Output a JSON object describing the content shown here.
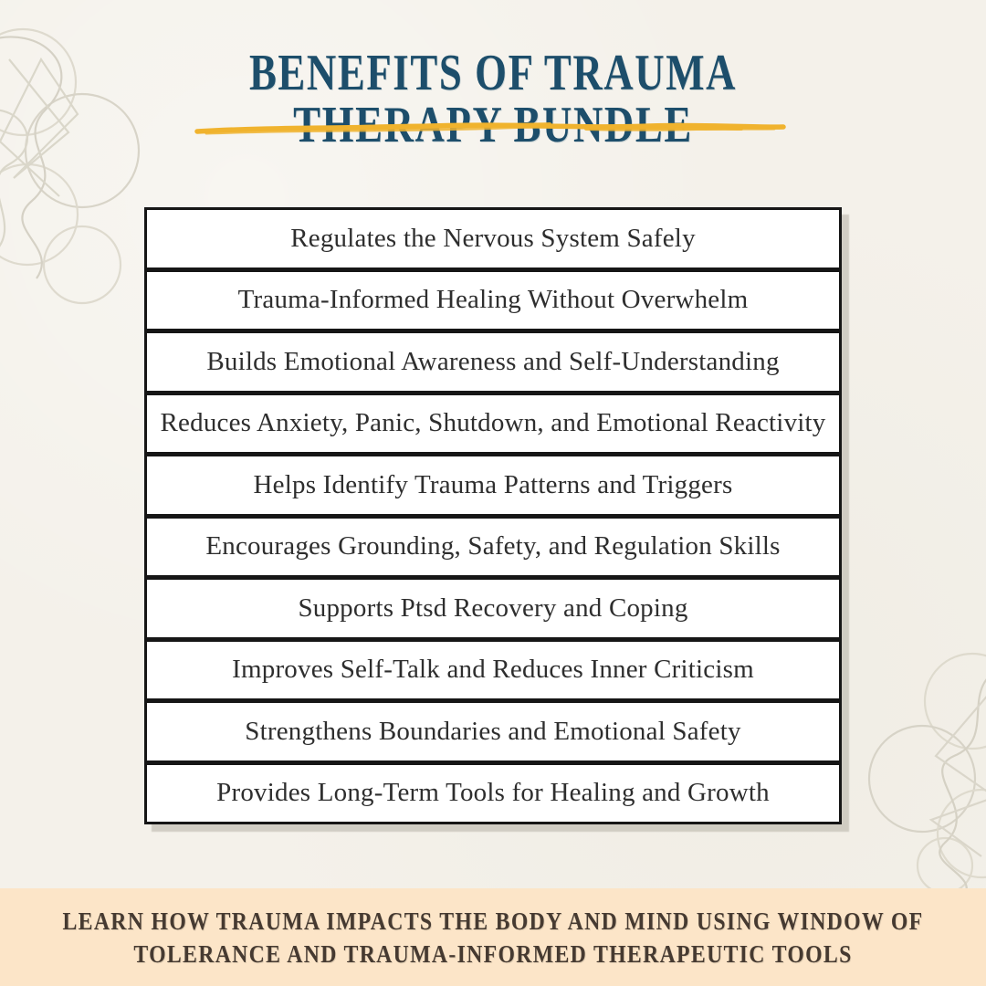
{
  "page": {
    "background_color": "#f4f1ea",
    "kind": "infographic-poster"
  },
  "header": {
    "title_line1": "BENEFITS OF TRAUMA",
    "title_line2": "THERAPY BUNDLE",
    "title_color": "#1d4e6b",
    "underline_color": "#f0b32e"
  },
  "list": {
    "row_background": "#ffffff",
    "row_border_color": "#161616",
    "text_color": "#2e2e2e",
    "items": [
      "Regulates the Nervous System Safely",
      "Trauma-Informed Healing Without Overwhelm",
      "Builds Emotional Awareness and Self-Understanding",
      "Reduces Anxiety, Panic, Shutdown, and Emotional Reactivity",
      "Helps Identify Trauma Patterns and Triggers",
      "Encourages Grounding, Safety, and Regulation Skills",
      "Supports Ptsd Recovery and Coping",
      "Improves Self-Talk and Reduces Inner Criticism",
      "Strengthens Boundaries and Emotional Safety",
      "Provides Long-Term Tools for Healing and Growth"
    ]
  },
  "footer": {
    "text": "LEARN HOW TRAUMA IMPACTS THE BODY AND MIND USING WINDOW OF TOLERANCE AND TRAUMA-INFORMED THERAPEUTIC TOOLS",
    "background_color": "#fce5c8",
    "text_color": "#463a31"
  },
  "decorations": {
    "top_left": "scribble-swirl",
    "bottom_right": "scribble-swirl",
    "scribble_color": "#dcd8cb"
  }
}
